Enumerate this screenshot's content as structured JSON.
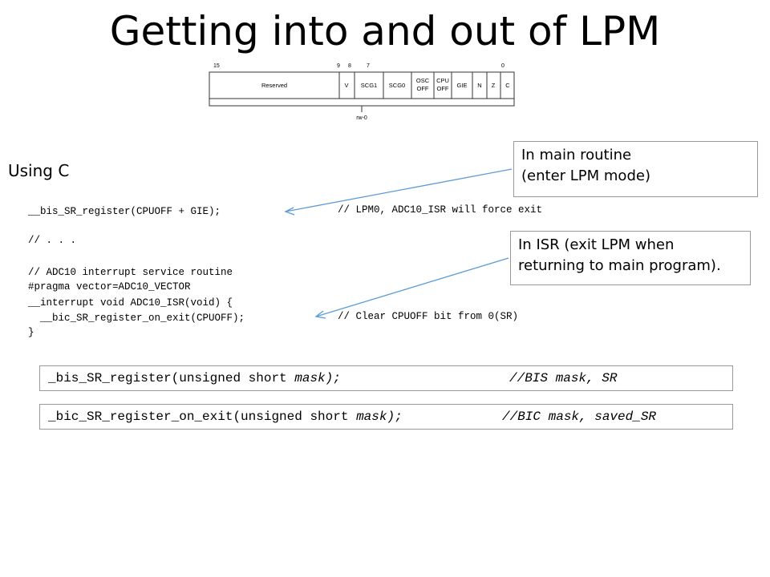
{
  "title": "Getting into and out of LPM",
  "register": {
    "bit_numbers": [
      "15",
      "9",
      "8",
      "7",
      "0"
    ],
    "fields": [
      "Reserved",
      "V",
      "SCG1",
      "SCG0",
      "OSC",
      "OFF",
      "CPU",
      "OFF",
      "GIE",
      "N",
      "Z",
      "C"
    ],
    "access": "rw-0"
  },
  "using_label": "Using C",
  "code": {
    "line1": "__bis_SR_register(CPUOFF + GIE);",
    "line1_comment": "// LPM0, ADC10_ISR will force exit",
    "line2": "// . . .",
    "line3": "// ADC10 interrupt service routine",
    "line4": "#pragma vector=ADC10_VECTOR",
    "line5": "__interrupt void ADC10_ISR(void) {",
    "line6": "  __bic_SR_register_on_exit(CPUOFF);",
    "line6_comment": "// Clear CPUOFF bit from 0(SR)",
    "line7": "}"
  },
  "callouts": {
    "main_line1": "In main routine",
    "main_line2": "(enter LPM mode)",
    "isr_line1": "In ISR (exit LPM when",
    "isr_line2": "returning to main program)."
  },
  "prototypes": {
    "bis_prefix": "_bis_SR_register(unsigned short ",
    "bis_arg": "mask);",
    "bis_comment": "//BIS mask, SR",
    "bic_prefix": "_bic_SR_register_on_exit(unsigned short ",
    "bic_arg": "mask);",
    "bic_comment": "//BIC mask, saved_SR"
  }
}
